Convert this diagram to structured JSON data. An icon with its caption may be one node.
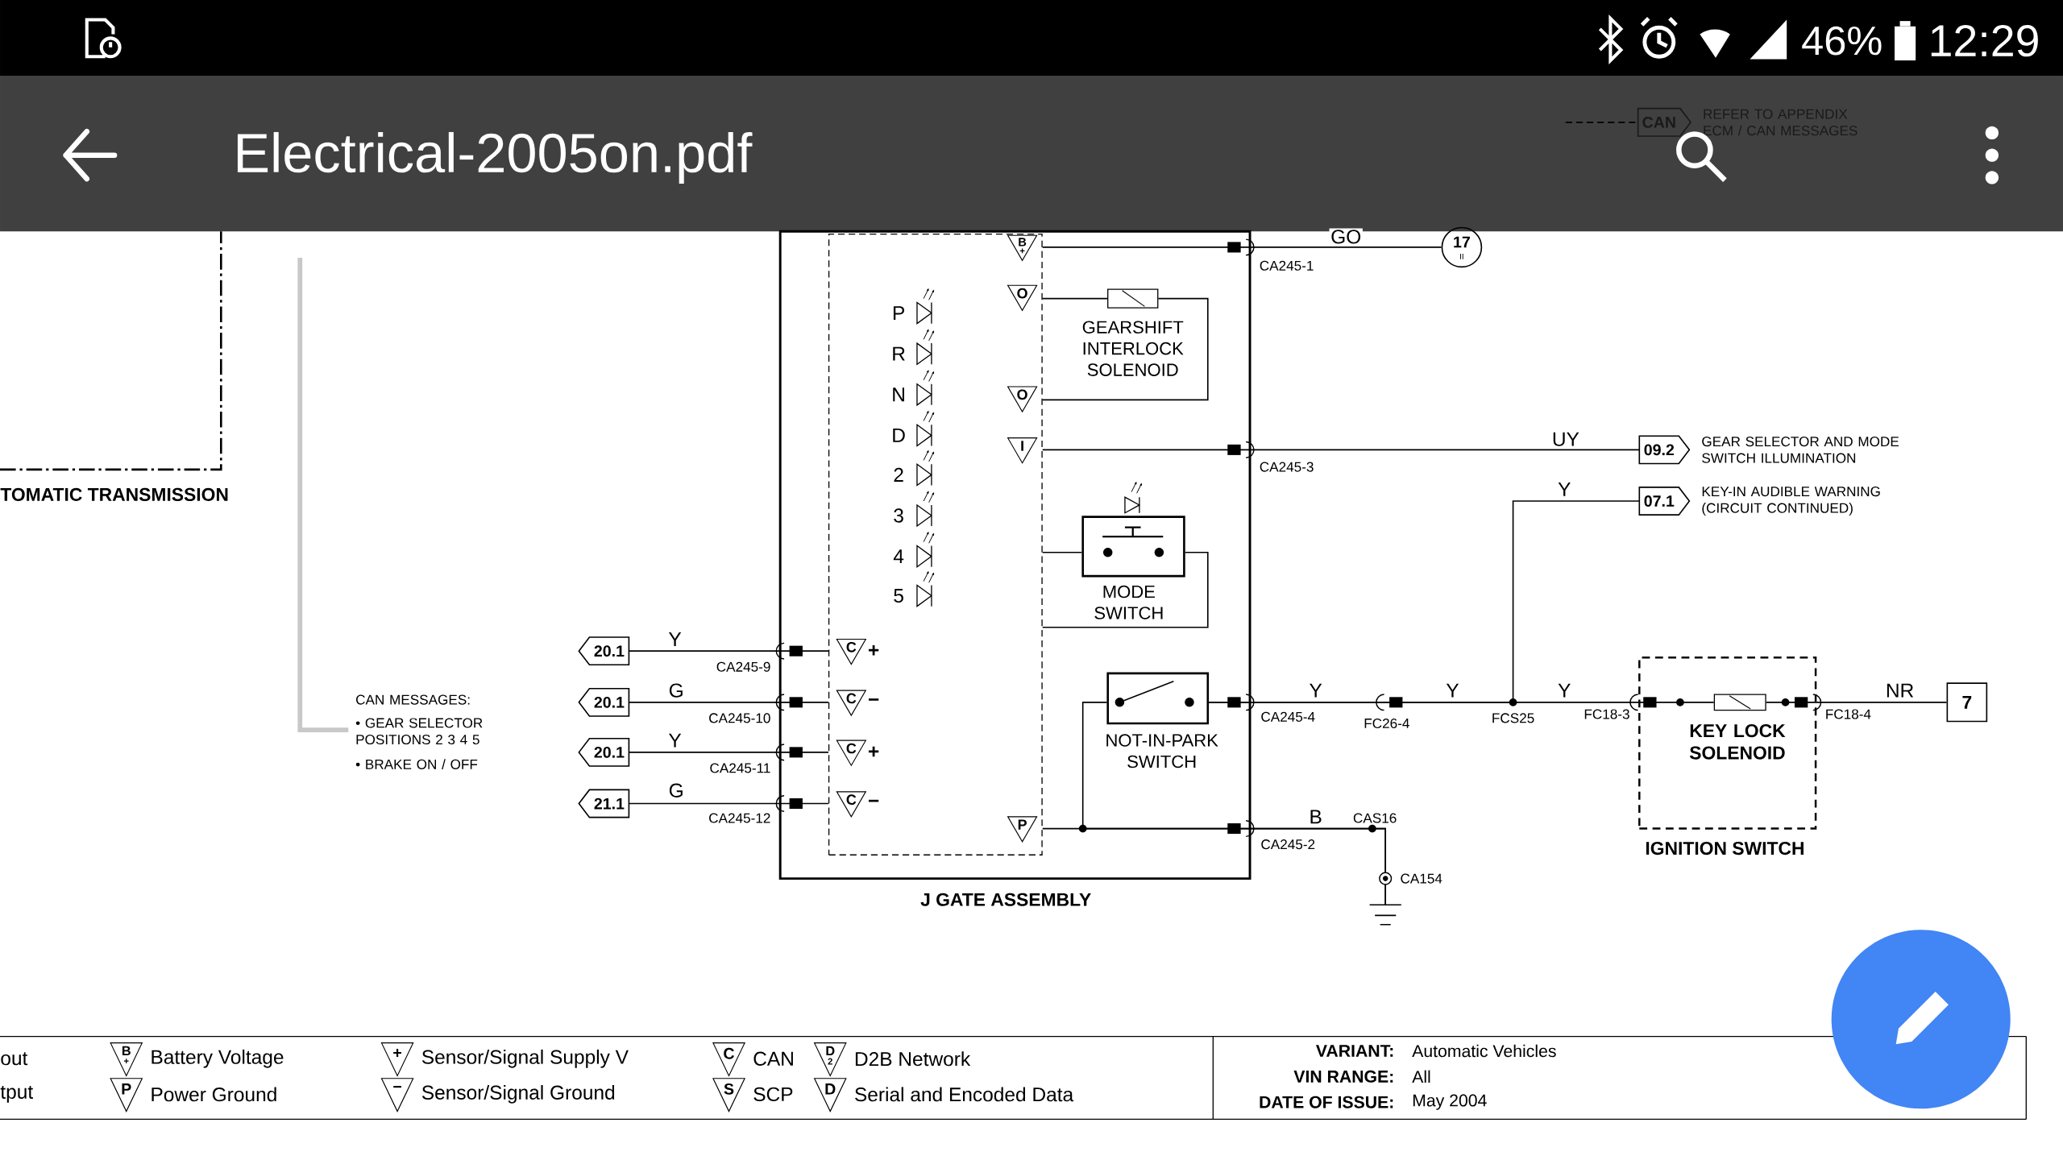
{
  "diagram": {
    "nodes": [
      {
        "text": [
          "J GATE ASSEMBLY"
        ]
      },
      {
        "text": [],
        "shape": "box",
        "in": 0
      },
      {
        "text": [
          "GEARSHIFT INTERLOCK SOLENOID"
        ],
        "in": 0
      },
      {
        "text": [
          "MODE SWITCH"
        ],
        "in": 0
      },
      {
        "text": [
          "NOT-IN-PARK SWITCH"
        ],
        "in": 0
      },
      {
        "text": [
          "17",
          "II"
        ]
      },
      {
        "text": [
          "09.2"
        ],
        "beside": [
          "GEAR SELECTOR AND MODE SWITCH ILLUMINATION"
        ]
      },
      {
        "text": [
          "07.1"
        ],
        "beside": [
          "KEY-IN AUDIBLE WARNING (CIRCUIT CONTINUED)"
        ]
      },
      {
        "text": [
          "IGNITION SWITCH"
        ]
      },
      {
        "text": [
          "KEY LOCK SOLENOID"
        ],
        "in": 8
      },
      {
        "text": [
          "7"
        ]
      },
      {
        "text": [
          "20.1"
        ]
      },
      {
        "text": [
          "20.1"
        ]
      },
      {
        "text": [
          "20.1"
        ]
      },
      {
        "text": [
          "21.1"
        ]
      },
      {
        "text": [
          "CAN"
        ],
        "beside": [
          "REFER TO APPENDIX ECM / CAN MESSAGES"
        ]
      },
      {
        "text": [
          "CAN MESSAGES:",
          "• GEAR SELECTOR POSITIONS 2 3 4 5",
          "• BRAKE ON / OFF"
        ]
      },
      {
        "text": [
          "TOMATIC TRANSMISSION"
        ]
      },
      {
        "text": [],
        "shape": "ground"
      }
    ],
    "edges": [
      {
        "from": 1,
        "to": 5,
        "arrow": "none",
        "label": "GO"
      },
      {
        "from": 1,
        "to": 2,
        "arrow": "none"
      },
      {
        "from": 2,
        "to": 1,
        "arrow": "none"
      },
      {
        "from": 1,
        "to": 6,
        "arrow": "none",
        "label": "UY"
      },
      {
        "from": 1,
        "to": 3,
        "arrow": "none"
      },
      {
        "from": 3,
        "to": 1,
        "arrow": "none"
      },
      {
        "from": 4,
        "to": 9,
        "arrow": "none",
        "label": "Y"
      },
      {
        "from": 4,
        "to": 7,
        "arrow": "none",
        "label": "Y"
      },
      {
        "from": 4,
        "to": 18,
        "arrow": "none"
      },
      {
        "from": 1,
        "to": 18,
        "arrow": "none",
        "label": "B"
      },
      {
        "from": 9,
        "to": 10,
        "arrow": "none",
        "label": "NR"
      },
      {
        "from": 11,
        "to": 1,
        "arrow": "none",
        "label": "Y"
      },
      {
        "from": 12,
        "to": 1,
        "arrow": "none",
        "label": "G"
      },
      {
        "from": 13,
        "to": 1,
        "arrow": "none",
        "label": "Y"
      },
      {
        "from": 14,
        "to": 1,
        "arrow": "none",
        "label": "G"
      },
      {
        "from": null,
        "to": 15,
        "arrow": "none",
        "style": "dashed"
      },
      {
        "from": null,
        "to": 16,
        "arrow": "none",
        "style": "thick",
        "color": "#c8c8c8"
      }
    ],
    "labels": [
      "Electrical-2005on.pdf",
      "46%",
      "12:29",
      "B",
      "+",
      "O",
      "O",
      "I",
      "C",
      "+",
      "C",
      "−",
      "C",
      "+",
      "C",
      "−",
      "P",
      "P",
      "R",
      "N",
      "D",
      "2",
      "3",
      "4",
      "5",
      "CA245-1",
      "CA245-3",
      "CA245-9",
      "CA245-10",
      "CA245-11",
      "CA245-12",
      "CA245-4",
      "FC26-4",
      "FCS25",
      "FC18-3",
      "FC18-4",
      "CAS16",
      "CA245-2",
      "CA154",
      "Y",
      "Y",
      "out",
      "tput",
      "B",
      "+",
      "+",
      "C",
      "D",
      "2",
      "P",
      "−",
      "S",
      "D",
      "VARIANT:",
      "Automatic Vehicles",
      "VIN RANGE:",
      "All",
      "DATE OF ISSUE:",
      "May 2004"
    ],
    "legend": [
      {
        "text": "Battery Voltage"
      },
      {
        "text": "Sensor/Signal Supply V"
      },
      {
        "text": "CAN"
      },
      {
        "text": "D2B Network"
      },
      {
        "text": "Power Ground"
      },
      {
        "text": "Sensor/Signal Ground"
      },
      {
        "text": "SCP"
      },
      {
        "text": "Serial and Encoded Data"
      }
    ]
  }
}
